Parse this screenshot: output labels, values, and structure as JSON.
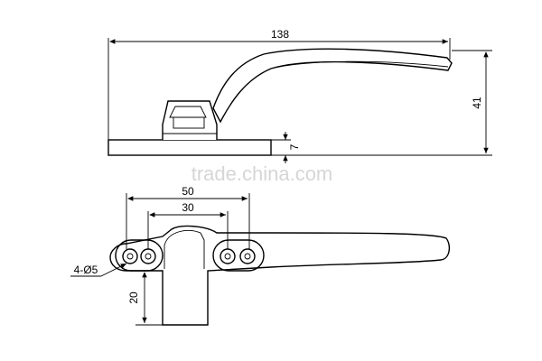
{
  "dimensions": {
    "overall_length": "138",
    "overall_height": "41",
    "base_thickness": "7",
    "hole_spacing_outer": "50",
    "hole_spacing_inner": "30",
    "screw_holes": "4-Ø5",
    "stem_length": "20"
  },
  "watermark": "trade.china.com"
}
